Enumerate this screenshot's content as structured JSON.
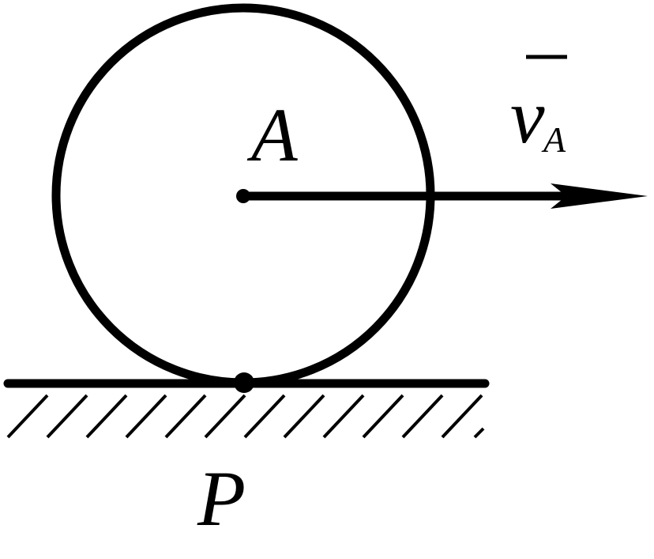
{
  "labels": {
    "center": "A",
    "contact": "P",
    "velocity_main": "v",
    "velocity_sub": "A"
  },
  "colors": {
    "ink": "#000000",
    "background": "#ffffff"
  }
}
